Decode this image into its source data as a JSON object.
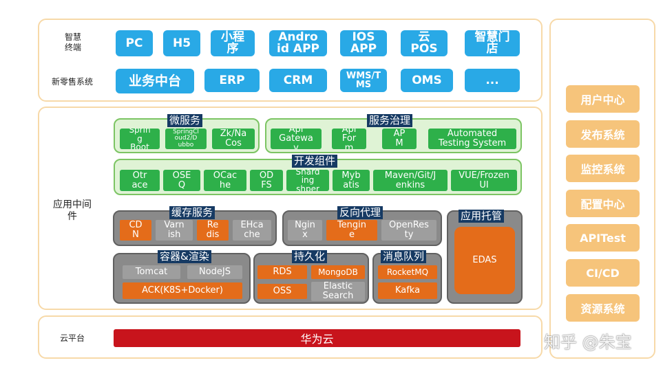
{
  "top": {
    "terminal_label": "智慧\n终端",
    "terminal_items": [
      "PC",
      "H5",
      "小程\n序",
      "Andro\nid APP",
      "IOS\nAPP",
      "云\nPOS",
      "智慧门\n店"
    ],
    "retail_label": "新零售系统",
    "retail_items": [
      "业务中台",
      "ERP",
      "CRM",
      "WMS/T\nMS",
      "OMS",
      "..."
    ]
  },
  "middleware": {
    "label": "应用中间\n件",
    "microservice": {
      "title": "微服务",
      "items": [
        "Sprin\ng\nBoot",
        "SpringCl\noud2/D\nubbo",
        "Zk/Na\nCos"
      ]
    },
    "governance": {
      "title": "服务治理",
      "items": [
        "Api\nGatewa\ny",
        "Api\nFor\nm",
        "AP\nM",
        "Automated\nTesting System"
      ]
    },
    "devkit": {
      "title": "开发组件",
      "items": [
        "Otr\nace",
        "OSE\nQ",
        "OCac\nhe",
        "OD\nFS",
        "Shard\ning\nshper",
        "Myb\natis",
        "Maven/Git/J\nenkins",
        "VUE/Frozen\nUI"
      ]
    },
    "cache": {
      "title": "缓存服务",
      "items": [
        "CD\nN",
        "Varn\nish",
        "Re\ndis",
        "EHca\nche"
      ]
    },
    "proxy": {
      "title": "反向代理",
      "items": [
        "Ngin\nx",
        "Tengin\ne",
        "OpenRes\nty"
      ]
    },
    "hosting": {
      "title": "应用托管",
      "item": "EDAS"
    },
    "container": {
      "title": "容器&渲染",
      "items": [
        "Tomcat",
        "NodeJS",
        "ACK(K8S+Docker)"
      ]
    },
    "persistence": {
      "title": "持久化",
      "items": [
        "RDS",
        "MongoDB",
        "OSS",
        "Elastic\nSearch"
      ]
    },
    "mq": {
      "title": "消息队列",
      "items": [
        "RocketMQ",
        "Kafka"
      ]
    }
  },
  "cloud": {
    "label": "云平台",
    "bar": "华为云"
  },
  "sidebar": {
    "items": [
      "用户中心",
      "发布系统",
      "监控系统",
      "配置中心",
      "APITest",
      "CI/CD",
      "资源系统"
    ]
  },
  "watermark": "知乎 @朱宝",
  "colors": {
    "blue": "#29a9e6",
    "green": "#2eb04a",
    "orange": "#e46c1a",
    "gray": "#9e9e9e",
    "red": "#c8141c",
    "side": "#f6c47b",
    "title_bg": "#163a63"
  }
}
